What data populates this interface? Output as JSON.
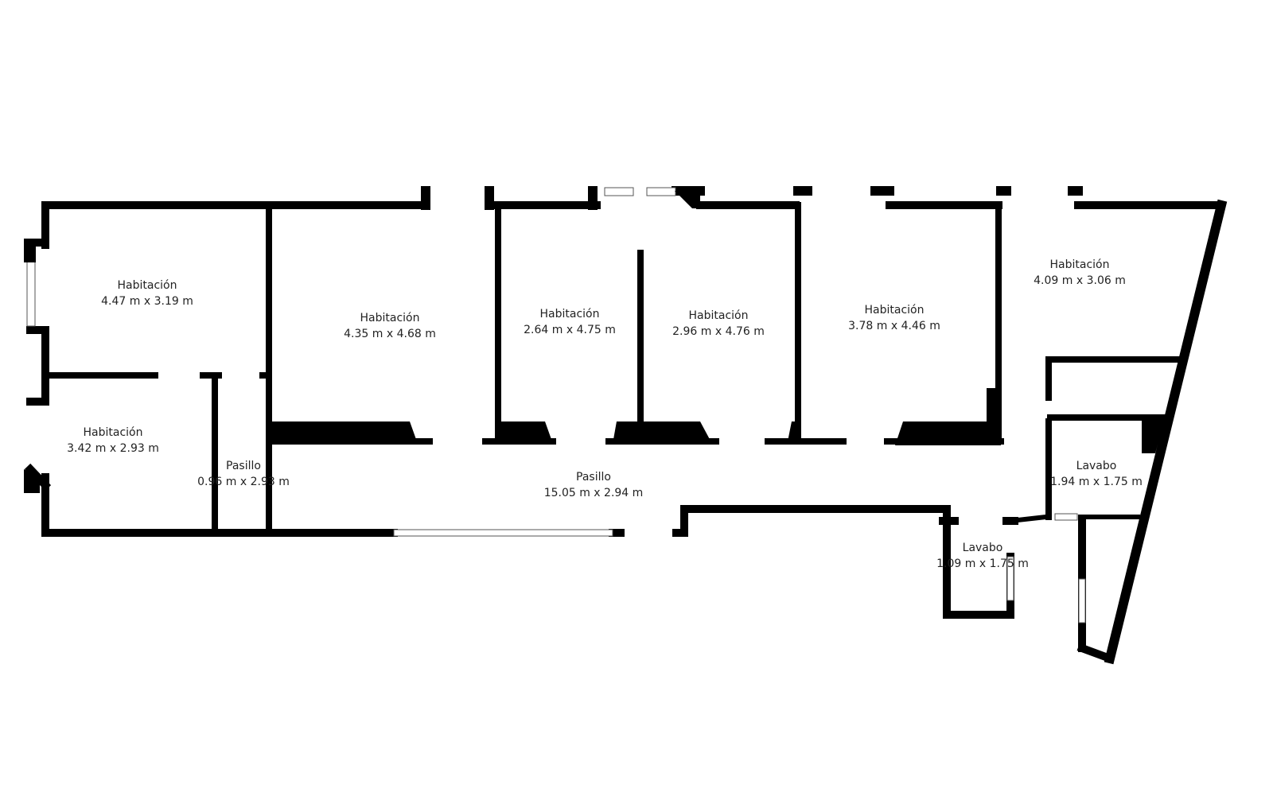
{
  "floor_plan": {
    "wall_color": "#000000",
    "background": "#ffffff",
    "rooms": [
      {
        "name": "Habitación",
        "dimensions": "4.47 m x 3.19 m"
      },
      {
        "name": "Habitación",
        "dimensions": "3.42 m x 2.93 m"
      },
      {
        "name": "Pasillo",
        "dimensions": "0.96 m x 2.93 m"
      },
      {
        "name": "Habitación",
        "dimensions": "4.35 m x 4.68 m"
      },
      {
        "name": "Habitación",
        "dimensions": "2.64 m x 4.75 m"
      },
      {
        "name": "Habitación",
        "dimensions": "2.96 m x 4.76 m"
      },
      {
        "name": "Habitación",
        "dimensions": "3.78 m x 4.46 m"
      },
      {
        "name": "Habitación",
        "dimensions": "4.09 m x 3.06 m"
      },
      {
        "name": "Pasillo",
        "dimensions": "15.05 m x 2.94 m"
      },
      {
        "name": "Lavabo",
        "dimensions": "1.94 m x 1.75 m"
      },
      {
        "name": "Lavabo",
        "dimensions": "1.09 m x 1.75 m"
      }
    ]
  }
}
